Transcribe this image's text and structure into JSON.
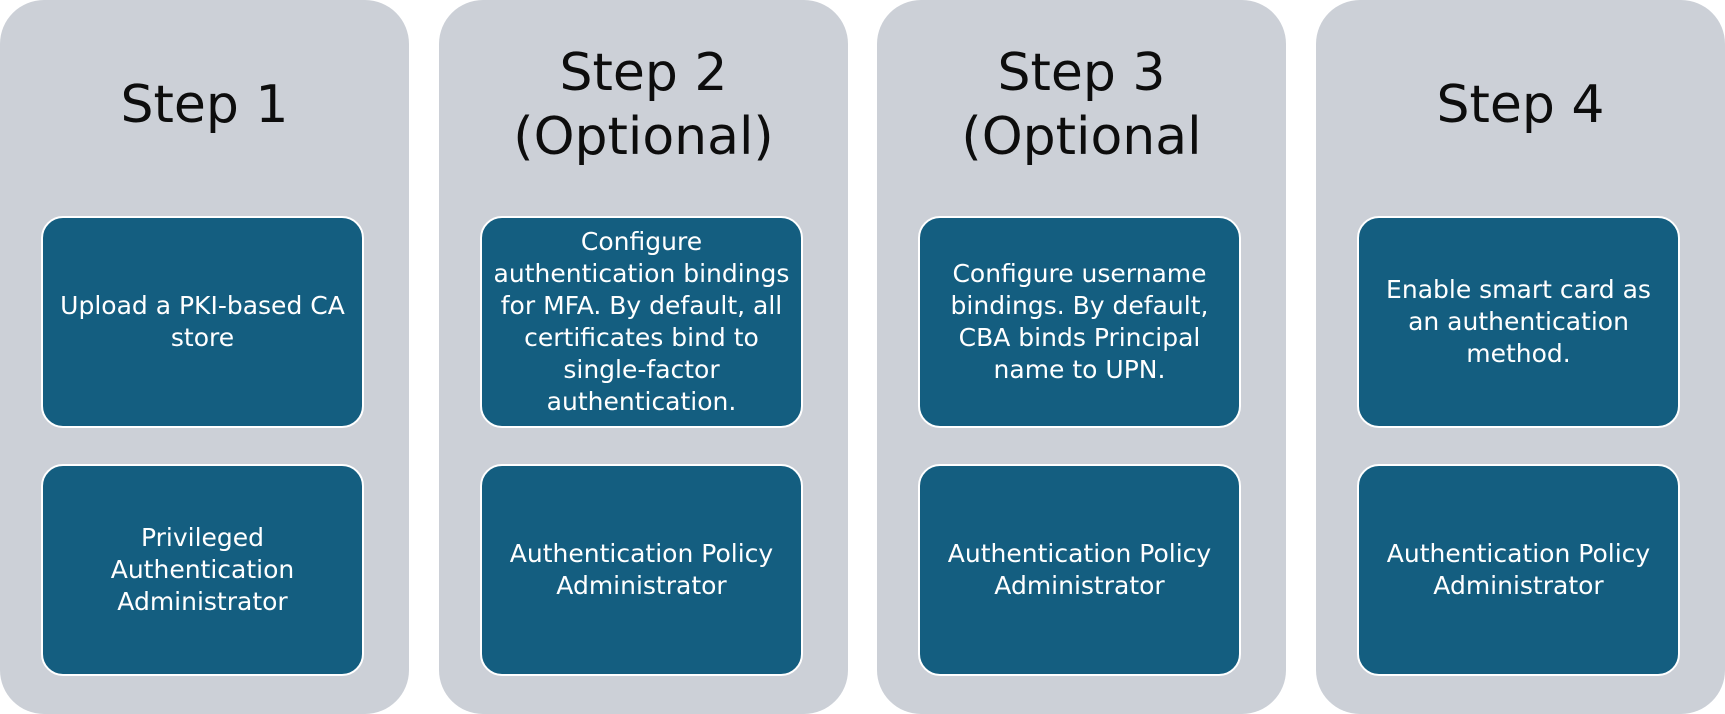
{
  "steps": [
    {
      "title": "Step 1",
      "task": "Upload a PKI-based CA store",
      "role": "Privileged Authentication Administrator"
    },
    {
      "title": "Step 2\n(Optional)",
      "task": "Configure authentication bindings for MFA. By default, all certificates bind to single-factor authentication.",
      "role": "Authentication Policy Administrator"
    },
    {
      "title": "Step 3\n(Optional",
      "task": "Configure username bindings. By default, CBA binds Principal name to UPN.",
      "role": "Authentication Policy Administrator"
    },
    {
      "title": "Step 4",
      "task": "Enable smart card as an authentication method.",
      "role": "Authentication Policy Administrator"
    }
  ],
  "colors": {
    "column_background": "#ccd0d7",
    "box_background": "#145e80",
    "box_border": "#ffffff",
    "title_text": "#0d0d0d",
    "box_text": "#ffffff"
  }
}
